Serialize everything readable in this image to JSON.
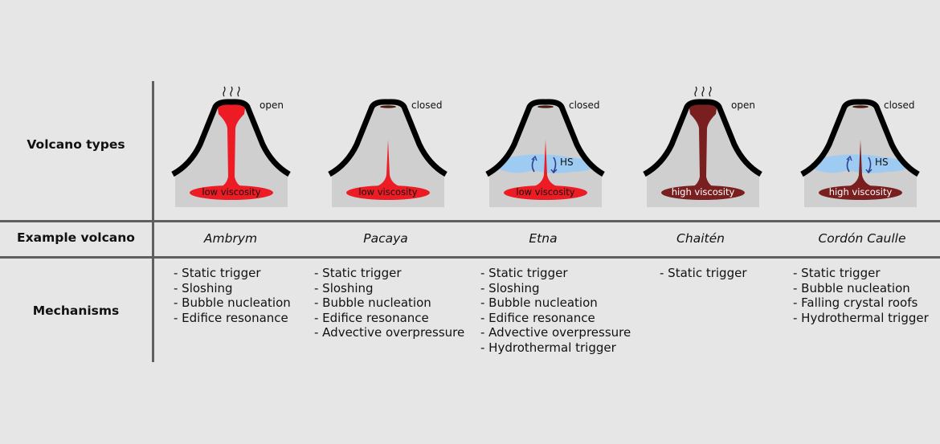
{
  "row_labels": {
    "volcano_types": "Volcano types",
    "example_volcano": "Example volcano",
    "mechanisms": "Mechanisms"
  },
  "colors": {
    "background": "#e6e6e6",
    "edifice_fill": "#cfcfcf",
    "edifice_outline": "#000000",
    "grid_line": "#5f5f5f",
    "low_viscosity_magma": "#ed1c24",
    "high_viscosity_magma": "#7a1f1f",
    "hydrothermal_system": "#9ecbf2",
    "hs_arrows": "#2e3f8f",
    "plug": "#4a1a0a"
  },
  "columns": [
    {
      "state": "open",
      "viscosity": "low viscosity",
      "viscosity_type": "low",
      "has_steam": true,
      "has_hs": false,
      "example": "Ambrym",
      "mechanisms": [
        "- Static trigger",
        "- Sloshing",
        "- Bubble nucleation",
        "- Edifice resonance"
      ]
    },
    {
      "state": "closed",
      "viscosity": "low viscosity",
      "viscosity_type": "low",
      "has_steam": false,
      "has_hs": false,
      "example": "Pacaya",
      "mechanisms": [
        "- Static trigger",
        "- Sloshing",
        "- Bubble nucleation",
        "- Edifice resonance",
        "- Advective overpressure"
      ]
    },
    {
      "state": "closed",
      "viscosity": "low viscosity",
      "viscosity_type": "low",
      "has_steam": false,
      "has_hs": true,
      "hs_label": "HS",
      "example": "Etna",
      "mechanisms": [
        "- Static trigger",
        "- Sloshing",
        "- Bubble nucleation",
        "- Edifice resonance",
        "- Advective overpressure",
        "- Hydrothermal trigger"
      ]
    },
    {
      "state": "open",
      "viscosity": "high viscosity",
      "viscosity_type": "high",
      "has_steam": true,
      "has_hs": false,
      "example": "Chaitén",
      "mechanisms": [
        "- Static trigger"
      ]
    },
    {
      "state": "closed",
      "viscosity": "high viscosity",
      "viscosity_type": "high",
      "has_steam": false,
      "has_hs": true,
      "hs_label": "HS",
      "example": "Cordón Caulle",
      "mechanisms": [
        "- Static trigger",
        "- Bubble nucleation",
        "- Falling crystal roofs",
        "- Hydrothermal trigger"
      ]
    }
  ]
}
